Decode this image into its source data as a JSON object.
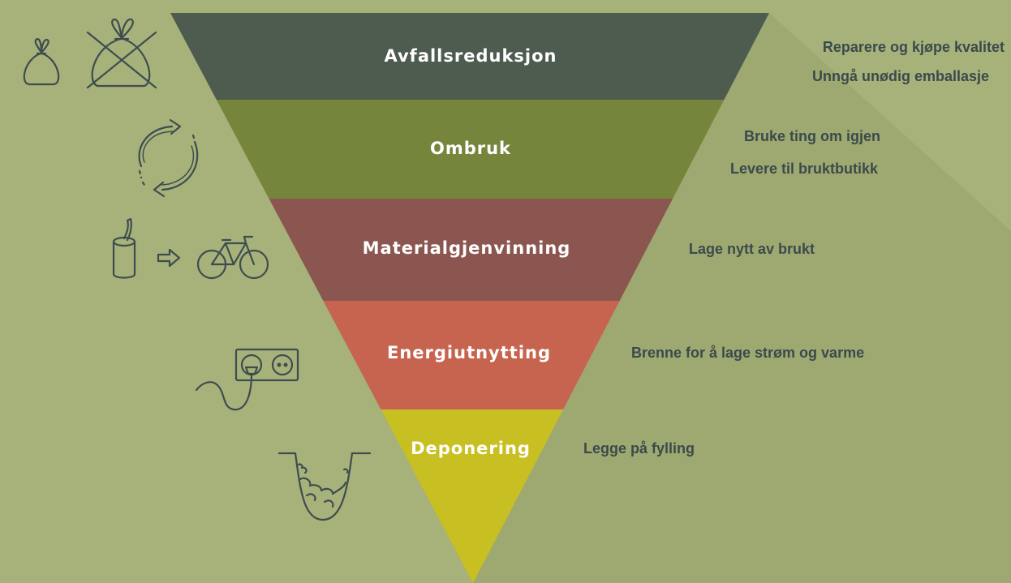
{
  "colors": {
    "background": "#a7b17a",
    "shade": "#9aa96f",
    "level_1": "#4e5b4f",
    "level_2": "#76853c",
    "level_3": "#8c5650",
    "level_4": "#c7644f",
    "level_5": "#c8bf22",
    "text_light": "#ffffff",
    "text_dark": "#3b4a4c",
    "icon_stroke": "#3d4d4f"
  },
  "levels": [
    {
      "label": "Avfallsreduksjon",
      "descriptions": [
        "Reparere og kjøpe kvalitet",
        "Unngå unødig emballasje"
      ],
      "icon": "bag-crossed-icon"
    },
    {
      "label": "Ombruk",
      "descriptions": [
        "Bruke ting om igjen",
        "Levere til bruktbutikk"
      ],
      "icon": "recycle-arrows-icon"
    },
    {
      "label": "Materialgjenvinning",
      "descriptions": [
        "Lage nytt av brukt"
      ],
      "icon": "can-to-bicycle-icon"
    },
    {
      "label": "Energiutnytting",
      "descriptions": [
        "Brenne for å lage strøm og varme"
      ],
      "icon": "power-outlet-icon"
    },
    {
      "label": "Deponering",
      "descriptions": [
        "Legge på fylling"
      ],
      "icon": "landfill-icon"
    }
  ]
}
